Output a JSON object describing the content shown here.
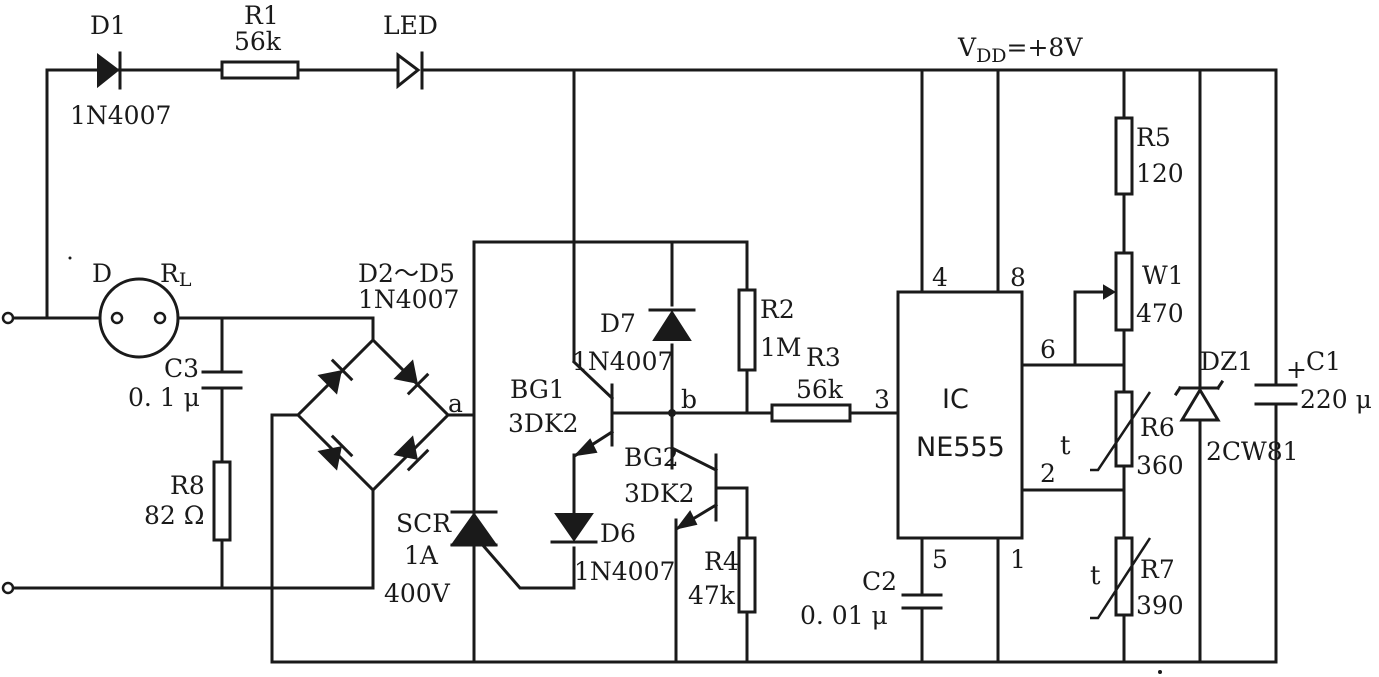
{
  "labels": {
    "d1": "D1",
    "d1_part": "1N4007",
    "r1": "R1",
    "r1_val": "56k",
    "led": "LED",
    "vdd": "V",
    "vdd_sub": "DD",
    "vdd_val": "=+8V",
    "d": "D",
    "rl": "R",
    "rl_sub": "L",
    "d2d5": "D2～D5",
    "d2d5_part": "1N4007",
    "c3": "C3",
    "c3_val": "0. 1 μ",
    "r8": "R8",
    "r8_val": "82 Ω",
    "node_a": "a",
    "node_b": "b",
    "scr": "SCR",
    "scr_i": "1A",
    "scr_v": "400V",
    "d7": "D7",
    "d7_part": "1N4007",
    "bg1": "BG1",
    "bg1_part": "3DK2",
    "bg2": "BG2",
    "bg2_part": "3DK2",
    "d6": "D6",
    "d6_part": "1N4007",
    "r2": "R2",
    "r2_val": "1M",
    "r3": "R3",
    "r3_val": "56k",
    "r4": "R4",
    "r4_val": "47k",
    "c2": "C2",
    "c2_val": "0. 01 μ",
    "ic": "IC",
    "ic_part": "NE555",
    "pin4": "4",
    "pin8": "8",
    "pin3": "3",
    "pin6": "6",
    "pin2": "2",
    "pin5": "5",
    "pin1": "1",
    "r5": "R5",
    "r5_val": "120",
    "w1": "W1",
    "w1_val": "470",
    "r6": "R6",
    "r6_val": "360",
    "r7": "R7",
    "r7_val": "390",
    "t6": "t",
    "t7": "t",
    "dz1": "DZ1",
    "dz1_part": "2CW81",
    "c1": "C1",
    "c1_val": "220 μ",
    "c1_plus": "+"
  }
}
